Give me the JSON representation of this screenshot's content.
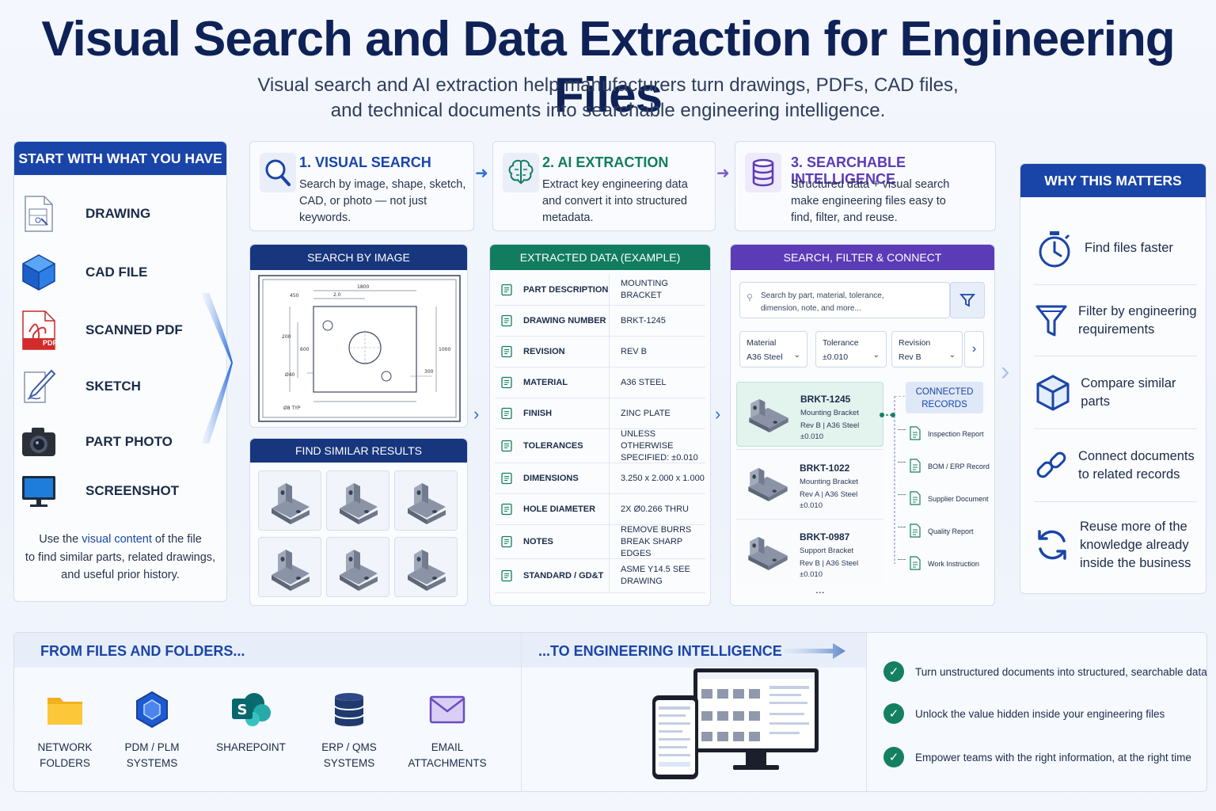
{
  "title": "Visual Search and Data Extraction for Engineering Files",
  "subtitle_line1": "Visual search and AI extraction help manufacturers turn drawings, PDFs, CAD files,",
  "subtitle_line2": "and technical documents into searchable engineering intelligence.",
  "colors": {
    "navy": "#0f2257",
    "blue": "#1a45a8",
    "green": "#117d5e",
    "purple": "#5c3bb7"
  },
  "left": {
    "header": "START WITH WHAT YOU HAVE",
    "items": [
      {
        "label": "DRAWING",
        "icon": "drawing-file-icon"
      },
      {
        "label": "CAD FILE",
        "icon": "cube-icon"
      },
      {
        "label": "SCANNED PDF",
        "icon": "pdf-icon",
        "badge": "PDF"
      },
      {
        "label": "SKETCH",
        "icon": "pencil-icon"
      },
      {
        "label": "PART PHOTO",
        "icon": "camera-icon"
      },
      {
        "label": "SCREENSHOT",
        "icon": "monitor-icon"
      }
    ],
    "footer_pre": "Use the ",
    "footer_em": "visual content",
    "footer_post": " of the file",
    "footer_line2": "to find similar parts, related drawings,",
    "footer_line3": "and useful prior history."
  },
  "steps": [
    {
      "title": "1. VISUAL SEARCH",
      "desc": "Search by image, shape, sketch, CAD, or photo — not just keywords.",
      "icon": "magnifier-icon",
      "color": "#1a45a8"
    },
    {
      "title": "2. AI EXTRACTION",
      "desc": "Extract key engineering data and convert it into structured metadata.",
      "icon": "brain-icon",
      "color": "#117d5e"
    },
    {
      "title": "3. SEARCHABLE INTELLIGENCE",
      "desc": "Structured data + visual search make engineering files easy to find, filter, and reuse.",
      "icon": "database-icon",
      "color": "#5c3bb7"
    }
  ],
  "search_by_image": {
    "header": "SEARCH BY IMAGE",
    "dims": [
      "1800",
      "2.0",
      "450",
      "1000",
      "200",
      "300",
      "600",
      "Ø40",
      "Ø8 TYP"
    ]
  },
  "similar": {
    "header": "FIND SIMILAR RESULTS"
  },
  "extracted": {
    "header": "EXTRACTED DATA (EXAMPLE)",
    "rows": [
      {
        "key": "PART DESCRIPTION",
        "value": "MOUNTING BRACKET",
        "icon": "document-icon"
      },
      {
        "key": "DRAWING NUMBER",
        "value": "BRKT-1245",
        "icon": "id-card-icon"
      },
      {
        "key": "REVISION",
        "value": "REV B",
        "icon": "revision-icon"
      },
      {
        "key": "MATERIAL",
        "value": "A36 STEEL",
        "icon": "layers-icon"
      },
      {
        "key": "FINISH",
        "value": "ZINC PLATE",
        "icon": "finish-icon"
      },
      {
        "key": "TOLERANCES",
        "value": "UNLESS OTHERWISE SPECIFIED: ±0.010",
        "icon": "crosshair-icon"
      },
      {
        "key": "DIMENSIONS",
        "value": "3.250 x 2.000 x 1.000",
        "icon": "dimensions-icon"
      },
      {
        "key": "HOLE DIAMETER",
        "value": "2X Ø0.266 THRU",
        "icon": "hole-icon"
      },
      {
        "key": "NOTES",
        "value": "REMOVE BURRS BREAK SHARP EDGES",
        "icon": "notes-icon"
      },
      {
        "key": "STANDARD / GD&T",
        "value": "ASME Y14.5 SEE DRAWING",
        "icon": "target-icon"
      }
    ]
  },
  "sfc": {
    "header": "SEARCH, FILTER & CONNECT",
    "search_line1": "Search by part, material, tolerance,",
    "search_line2": "dimension, note, and more...",
    "filters": [
      {
        "label": "Material",
        "value": "A36 Steel"
      },
      {
        "label": "Tolerance",
        "value": "±0.010"
      },
      {
        "label": "Revision",
        "value": "Rev B"
      }
    ],
    "results": [
      {
        "id": "BRKT-1245",
        "name": "Mounting Bracket",
        "meta": "Rev B | A36 Steel",
        "tol": "±0.010"
      },
      {
        "id": "BRKT-1022",
        "name": "Mounting Bracket",
        "meta": "Rev A | A36 Steel",
        "tol": "±0.010"
      },
      {
        "id": "BRKT-0987",
        "name": "Support Bracket",
        "meta": "Rev B | A36 Steel",
        "tol": "±0.010"
      }
    ],
    "more": "...",
    "connected_header_1": "CONNECTED",
    "connected_header_2": "RECORDS",
    "records": [
      "Inspection Report",
      "BOM / ERP Record",
      "Supplier Document",
      "Quality Report",
      "Work Instruction"
    ]
  },
  "why": {
    "header": "WHY THIS MATTERS",
    "items": [
      {
        "text": "Find files faster",
        "icon": "stopwatch-icon"
      },
      {
        "text": "Filter by engineering requirements",
        "icon": "funnel-icon"
      },
      {
        "text": "Compare similar parts",
        "icon": "cube-icon"
      },
      {
        "text": "Connect documents to related records",
        "icon": "link-icon"
      },
      {
        "text": "Reuse more of the knowledge already inside the business",
        "icon": "refresh-icon"
      }
    ]
  },
  "bottom": {
    "from_title": "FROM FILES AND FOLDERS...",
    "to_title": "...TO ENGINEERING INTELLIGENCE",
    "sources": [
      {
        "l1": "NETWORK",
        "l2": "FOLDERS",
        "icon": "folder-icon"
      },
      {
        "l1": "PDM / PLM",
        "l2": "SYSTEMS",
        "icon": "pdm-icon"
      },
      {
        "l1": "SHAREPOINT",
        "l2": "",
        "icon": "sharepoint-icon"
      },
      {
        "l1": "ERP / QMS",
        "l2": "SYSTEMS",
        "icon": "erp-database-icon"
      },
      {
        "l1": "EMAIL",
        "l2": "ATTACHMENTS",
        "icon": "email-icon"
      }
    ],
    "checks": [
      "Turn unstructured documents into structured, searchable data",
      "Unlock the value hidden inside your engineering files",
      "Empower teams with the right information, at the right time"
    ]
  }
}
